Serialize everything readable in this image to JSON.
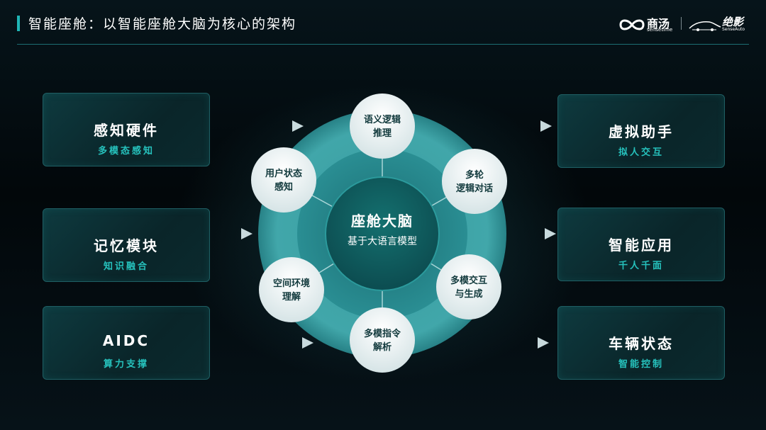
{
  "header": {
    "title": "智能座舱：以智能座舱大脑为核心的架构",
    "logo_sensetime_cn": "商汤",
    "logo_sensetime_en": "sensetime",
    "logo_senseauto_cn": "绝影",
    "logo_senseauto_en": "SenseAuto"
  },
  "inputs": [
    {
      "title": "感知硬件",
      "subtitle": "多模态感知"
    },
    {
      "title": "记忆模块",
      "subtitle": "知识融合"
    },
    {
      "title": "AIDC",
      "subtitle": "算力支撑"
    }
  ],
  "outputs": [
    {
      "title": "虚拟助手",
      "subtitle": "拟人交互"
    },
    {
      "title": "智能应用",
      "subtitle": "千人千面"
    },
    {
      "title": "车辆状态",
      "subtitle": "智能控制"
    }
  ],
  "center": {
    "title": "座舱大脑",
    "subtitle": "基于大语言模型"
  },
  "nodes": [
    {
      "line1": "语义逻辑",
      "line2": "推理"
    },
    {
      "line1": "多轮",
      "line2": "逻辑对话"
    },
    {
      "line1": "多模交互",
      "line2": "与生成"
    },
    {
      "line1": "多模指令",
      "line2": "解析"
    },
    {
      "line1": "空间环境",
      "line2": "理解"
    },
    {
      "line1": "用户状态",
      "line2": "感知"
    }
  ],
  "colors": {
    "accent": "#26c2bd",
    "title_bar": "#1fb5b5",
    "center_fill": "#0f5a5e",
    "ring_outer": "#3aa4a8",
    "ring_inner": "#217c80"
  }
}
